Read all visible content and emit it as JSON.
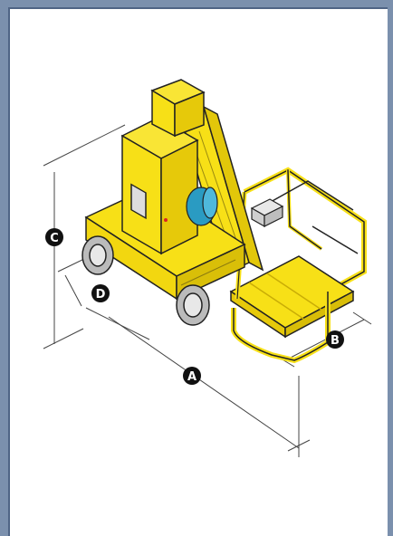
{
  "callouts": {
    "a": "A",
    "b": "B",
    "c": "C",
    "d": "D"
  },
  "colors": {
    "frame": "#7b90ad",
    "machine_yellow": "#f7e017",
    "motor_blue": "#2a9bc2",
    "outline": "#222222"
  }
}
